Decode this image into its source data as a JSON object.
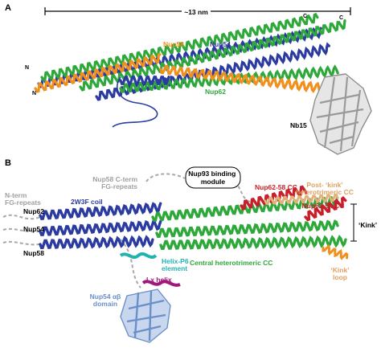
{
  "panel_a": {
    "panel_label": "A",
    "scale_label": "~13 nm",
    "terminus_c": "C",
    "terminus_n": "N",
    "labels": {
      "nup58": "Nup58",
      "nup54": "Nup54",
      "nup62": "Nup62",
      "nb15": "Nb15"
    }
  },
  "panel_b": {
    "panel_label": "B",
    "nup93_module": "Nup93 binding\nmodule",
    "nup58_cterm": "Nup58 C-term\nFG-repeats",
    "nup62_58_cc": "Nup62-58 CC",
    "post_kink": "Post- ‘kink’\nheterotrimeric CC",
    "nup62_54_cc": "Nup62-54 CC",
    "nterm_fg": "N-term\nFG-repeats",
    "coil_2w3f": "2W3F coil",
    "nup62": "Nup62",
    "nup54": "Nup54",
    "nup58": "Nup58",
    "helix_p6": "Helix-P6\nelement",
    "central_cc": "Central heterotrimeric CC",
    "kink": "‘Kink’",
    "kink_loop": "‘Kink’\nloop",
    "lx_helix": "Lx helix",
    "nup54_ab": "Nup54 αβ\ndomain"
  },
  "colors": {
    "nup58": "#f0901e",
    "nup54": "#2b3ba0",
    "nup62": "#2ea83a",
    "nb15": "#a8a8a8",
    "red_cc": "#c8202a",
    "tan": "#e2b27a",
    "cyan": "#22b3b0",
    "magenta": "#a0197a",
    "lightblue": "#6b8fc9",
    "grey_text": "#8c8c8c"
  }
}
